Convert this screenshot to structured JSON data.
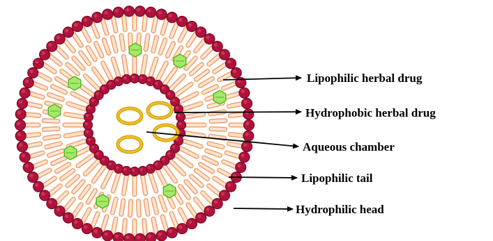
{
  "labels": {
    "lipophilic_drug": "Lipophilic herbal drug",
    "hydrophobic_drug": "Hydrophobic herbal drug",
    "aqueous_chamber": "Aqueous chamber",
    "lipophilic_tail": "Lipophilic tail",
    "hydrophilic_head": "Hydrophilic head"
  },
  "colors": {
    "head_fill": "#b0123c",
    "head_stroke": "#7a0a26",
    "tail_fill": "#fde4d2",
    "tail_stroke": "#f2a06a",
    "drug_fill": "#a6e86a",
    "drug_stroke": "#52b81e",
    "ring_fill": "#f0c020",
    "ring_stroke": "#c89400"
  }
}
